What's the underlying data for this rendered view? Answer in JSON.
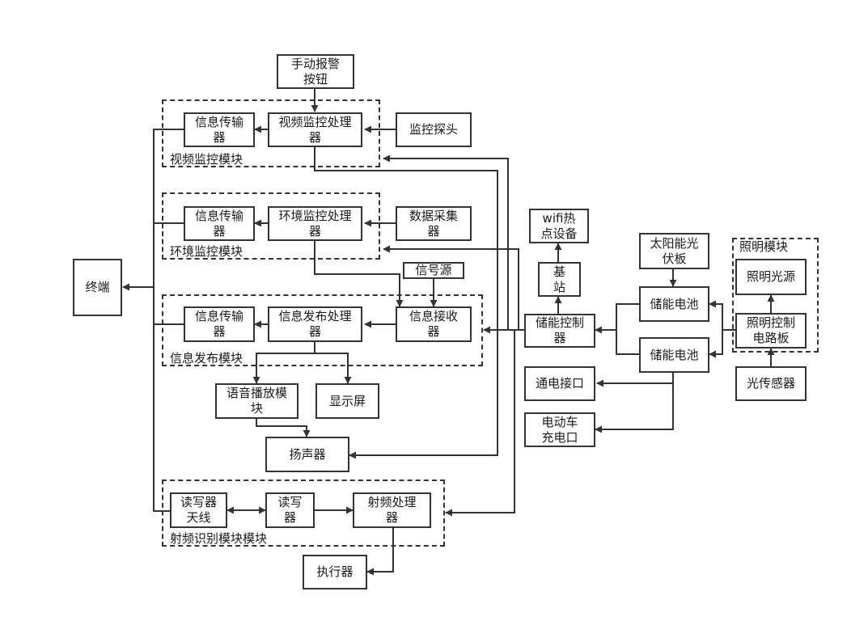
{
  "groups": {
    "video": "视频监控模块",
    "env": "环境监控模块",
    "info": "信息发布模块",
    "rfid": "射频识别模块模块",
    "lighting": "照明模块"
  },
  "boxes": {
    "manual_alarm": "手动报警\n按钮",
    "video_tx": "信息传输\n器",
    "video_proc": "视频监控处理\n器",
    "camera": "监控探头",
    "env_tx": "信息传输\n器",
    "env_proc": "环境监控处理\n器",
    "data_collector": "数据采集\n器",
    "terminal": "终端",
    "signal_source": "信号源",
    "info_tx": "信息传输\n器",
    "info_proc": "信息发布处理\n器",
    "info_rx": "信息接收\n器",
    "voice_module": "语音播放模\n块",
    "display": "显示屏",
    "speaker": "扬声器",
    "rw_antenna": "读写器\n天线",
    "reader": "读写\n器",
    "rf_proc": "射频处理\n器",
    "actuator": "执行器",
    "wifi": "wifi热\n点设备",
    "base_station": "基\n站",
    "storage_ctrl": "储能控制\n器",
    "solar": "太阳能光\n伏板",
    "battery_1": "储能电池",
    "battery_2": "储能电池",
    "power_port": "通电接口",
    "ev_port": "电动车\n充电口",
    "light_source": "照明光源",
    "light_ctrl": "照明控制\n电路板",
    "light_sensor": "光传感器"
  }
}
